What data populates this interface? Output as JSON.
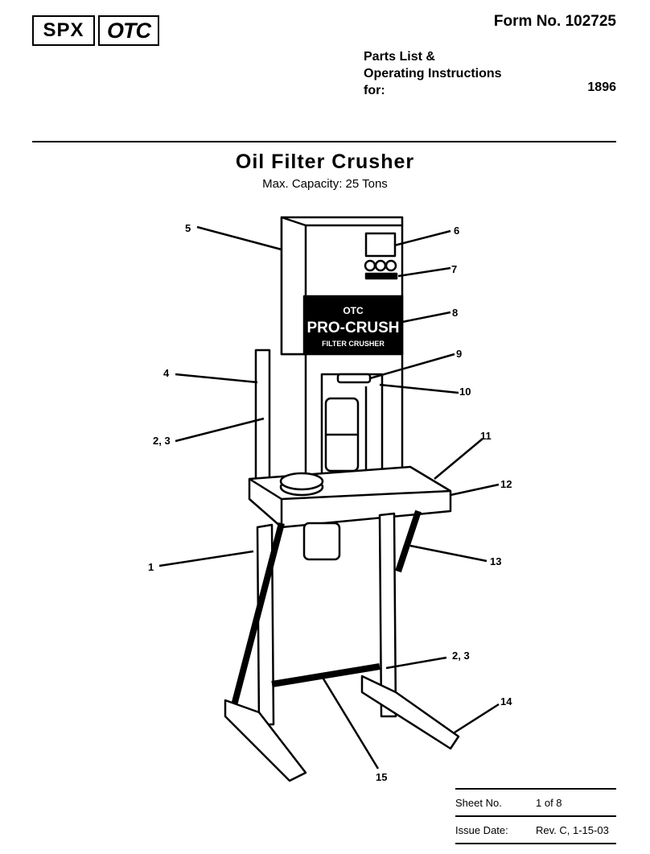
{
  "header": {
    "logo_left": "SPX",
    "logo_right": "OTC",
    "form_no": "Form No. 102725",
    "parts_line1": "Parts List &",
    "parts_line2": "Operating Instructions",
    "parts_line3": "for:",
    "model": "1896"
  },
  "doc": {
    "title": "Oil Filter Crusher",
    "subtitle": "Max. Capacity: 25 Tons"
  },
  "diagram": {
    "banner_brand": "OTC",
    "banner_name": "PRO-CRUSH",
    "banner_sub": "FILTER CRUSHER",
    "callouts": [
      "5",
      "6",
      "7",
      "8",
      "9",
      "4",
      "10",
      "2, 3",
      "11",
      "12",
      "1",
      "13",
      "2, 3",
      "14",
      "15"
    ]
  },
  "sheet": {
    "sheet_label": "Sheet No.",
    "sheet_value": "1 of 8",
    "issue_label": "Issue Date:",
    "issue_value": "Rev. C, 1-15-03"
  }
}
